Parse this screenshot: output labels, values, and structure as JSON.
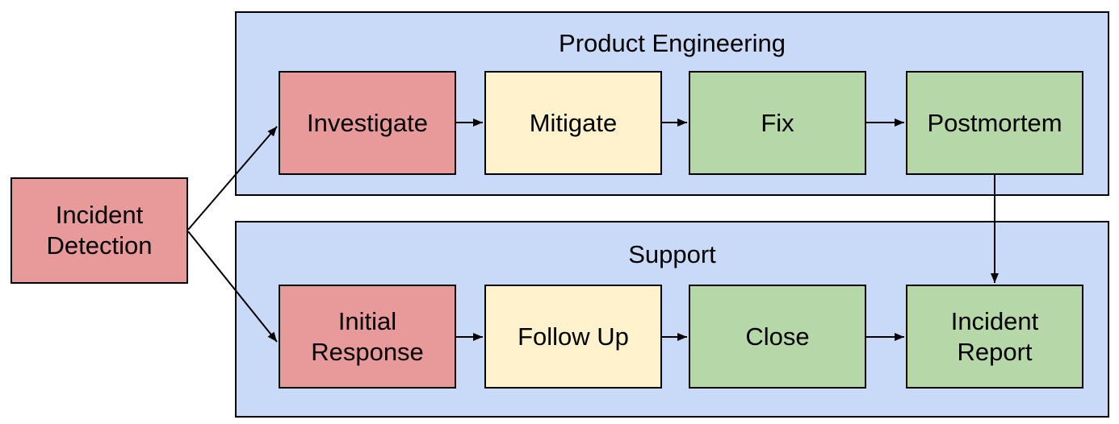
{
  "colors": {
    "canvas_background": "#FFFFFF",
    "lane_fill": "#C9DAF8",
    "red_fill": "#E89999",
    "yellow_fill": "#FFF2CC",
    "green_fill": "#B6D7A8",
    "border": "#000000",
    "arrow": "#000000"
  },
  "start_node": {
    "label": "Incident\nDetection",
    "color": "red"
  },
  "lanes": [
    {
      "title": "Product Engineering",
      "nodes": [
        {
          "label": "Investigate",
          "color": "red"
        },
        {
          "label": "Mitigate",
          "color": "yellow"
        },
        {
          "label": "Fix",
          "color": "green"
        },
        {
          "label": "Postmortem",
          "color": "green"
        }
      ]
    },
    {
      "title": "Support",
      "nodes": [
        {
          "label": "Initial\nResponse",
          "color": "red"
        },
        {
          "label": "Follow Up",
          "color": "yellow"
        },
        {
          "label": "Close",
          "color": "green"
        },
        {
          "label": "Incident\nReport",
          "color": "green"
        }
      ]
    }
  ],
  "edges": [
    {
      "from": "Incident Detection",
      "to": "Investigate"
    },
    {
      "from": "Incident Detection",
      "to": "Initial Response"
    },
    {
      "from": "Investigate",
      "to": "Mitigate"
    },
    {
      "from": "Mitigate",
      "to": "Fix"
    },
    {
      "from": "Fix",
      "to": "Postmortem"
    },
    {
      "from": "Postmortem",
      "to": "Incident Report"
    },
    {
      "from": "Initial Response",
      "to": "Follow Up"
    },
    {
      "from": "Follow Up",
      "to": "Close"
    },
    {
      "from": "Close",
      "to": "Incident Report"
    }
  ]
}
